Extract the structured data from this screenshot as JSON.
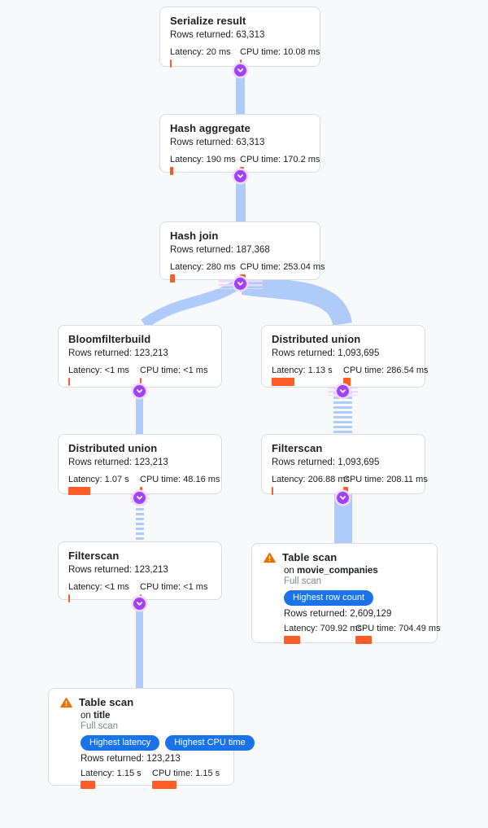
{
  "labels": {
    "rows_prefix": "Rows returned:",
    "latency_prefix": "Latency:",
    "cpu_prefix": "CPU time:",
    "on_prefix": "on"
  },
  "colors": {
    "ribbon_blue": "#aecbfa",
    "dot_purple": "#a142f4",
    "bar_orange": "#ff5c28",
    "badge_blue": "#1a73e8",
    "warning_orange": "#e8710a",
    "background": "#f8f9fa"
  },
  "nodes": [
    {
      "title": "Serialize result",
      "rows": "63,313",
      "latency": "20 ms",
      "cpu": "10.08 ms",
      "latency_bar": 2,
      "cpu_bar": 2
    },
    {
      "title": "Hash aggregate",
      "rows": "63,313",
      "latency": "190 ms",
      "cpu": "170.2 ms",
      "latency_bar": 4,
      "cpu_bar": 5
    },
    {
      "title": "Hash join",
      "rows": "187,368",
      "latency": "280 ms",
      "cpu": "253.04 ms",
      "latency_bar": 6,
      "cpu_bar": 7
    },
    {
      "title": "Bloomfilterbuild",
      "rows": "123,213",
      "latency": "<1 ms",
      "cpu": "<1 ms",
      "latency_bar": 2,
      "cpu_bar": 2
    },
    {
      "title": "Distributed union",
      "rows": "1,093,695",
      "latency": "1.13 s",
      "cpu": "286.54 ms",
      "latency_bar": 28,
      "cpu_bar": 9
    },
    {
      "title": "Distributed union",
      "rows": "123,213",
      "latency": "1.07 s",
      "cpu": "48.16 ms",
      "latency_bar": 27,
      "cpu_bar": 3
    },
    {
      "title": "Filterscan",
      "rows": "1,093,695",
      "latency": "206.88 ms",
      "cpu": "208.11 ms",
      "latency_bar": 2,
      "cpu_bar": 6
    },
    {
      "title": "Filterscan",
      "rows": "123,213",
      "latency": "<1 ms",
      "cpu": "<1 ms",
      "latency_bar": 2,
      "cpu_bar": 2
    },
    {
      "title": "Table scan",
      "table": "movie_companies",
      "scan_type": "Full scan",
      "badges": [
        "Highest row count"
      ],
      "rows": "2,609,129",
      "latency": "709.92 ms",
      "cpu": "704.49 ms",
      "latency_bar": 20,
      "cpu_bar": 20
    },
    {
      "title": "Table scan",
      "table": "title",
      "scan_type": "Full scan",
      "badges": [
        "Highest latency",
        "Highest CPU time"
      ],
      "rows": "123,213",
      "latency": "1.15 s",
      "cpu": "1.15 s",
      "latency_bar": 18,
      "cpu_bar": 30
    }
  ]
}
